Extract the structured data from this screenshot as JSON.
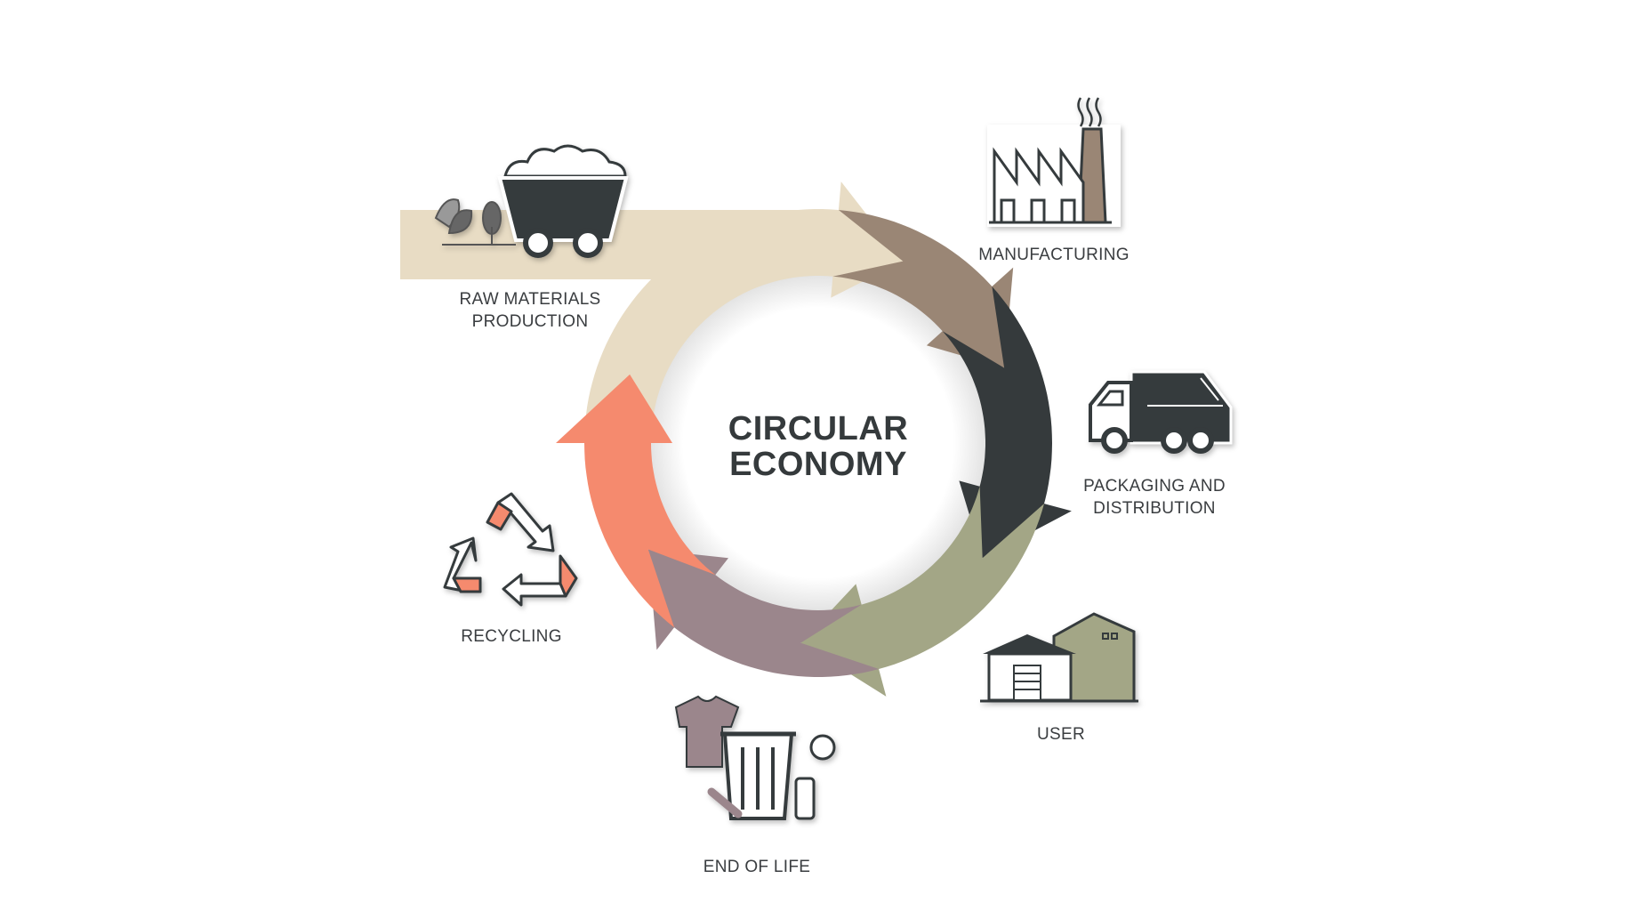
{
  "title": {
    "line1": "CIRCULAR",
    "line2": "ECONOMY"
  },
  "stages": [
    {
      "line1": "RAW MATERIALS",
      "line2": "PRODUCTION",
      "icon": "mine-cart-icon",
      "color": "#e8dcc4"
    },
    {
      "line1": "MANUFACTURING",
      "icon": "factory-icon",
      "color": "#9a8675"
    },
    {
      "line1": "PACKAGING AND",
      "line2": "DISTRIBUTION",
      "icon": "truck-icon",
      "color": "#353a3c"
    },
    {
      "line1": "USER",
      "icon": "house-icon",
      "color": "#a3a686"
    },
    {
      "line1": "END OF LIFE",
      "icon": "trash-icon",
      "color": "#9b868c"
    },
    {
      "line1": "RECYCLING",
      "icon": "recycle-icon",
      "color": "#f58a6e"
    }
  ]
}
